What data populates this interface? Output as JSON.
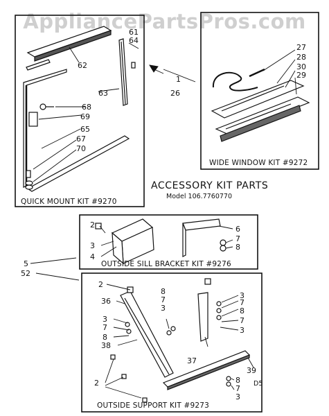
{
  "watermark": "AppliancePartsPros.com",
  "title": "ACCESSORY KIT PARTS",
  "model": "Model 106.7760770",
  "kits": {
    "quick_mount": "QUICK MOUNT KIT #9270",
    "wide_window": "WIDE WINDOW KIT #9272",
    "outside_sill": "OUTSIDE SILL BRACKET KIT #9276",
    "outside_support": "OUTSIDE SUPPORT KIT #9273"
  },
  "part_numbers": {
    "qm_61": "61",
    "qm_64": "64",
    "qm_62": "62",
    "qm_63": "63",
    "qm_68": "68",
    "qm_69": "69",
    "qm_65": "65",
    "qm_67": "67",
    "qm_70": "70",
    "ref_1": "1",
    "ref_26": "26",
    "ww_27": "27",
    "ww_28": "28",
    "ww_30": "30",
    "ww_29": "29",
    "sb_2": "2",
    "sb_3": "3",
    "sb_4": "4",
    "sb_6": "6",
    "sb_7": "7",
    "sb_8": "8",
    "ref_5": "5",
    "ref_52": "52",
    "os_2a": "2",
    "os_36": "36",
    "os_3a": "3",
    "os_7a": "7",
    "os_8a": "8",
    "os_38": "38",
    "os_8b": "8",
    "os_7b": "7",
    "os_3b": "3",
    "os_3c": "3",
    "os_7c": "7",
    "os_8c": "8",
    "os_7d": "7",
    "os_3d": "3",
    "os_37": "37",
    "os_39": "39",
    "os_2b": "2",
    "os_8e": "8",
    "os_7e": "7",
    "os_3e": "3",
    "os_d5": "D5"
  }
}
